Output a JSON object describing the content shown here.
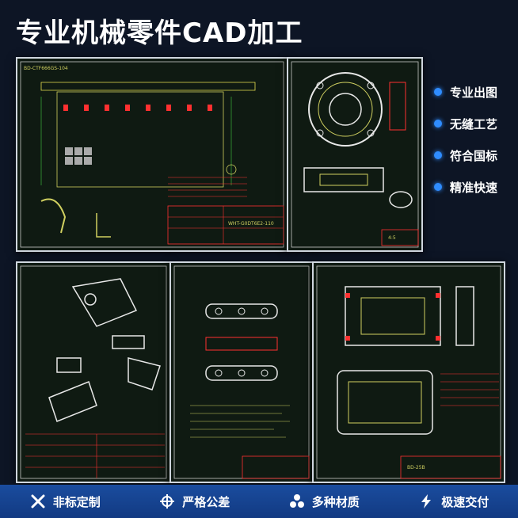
{
  "header": {
    "title": "专业机械零件CAD加工"
  },
  "features": [
    {
      "label": "专业出图"
    },
    {
      "label": "无缝工艺"
    },
    {
      "label": "符合国标"
    },
    {
      "label": "精准快速"
    }
  ],
  "bottom_bar": [
    {
      "label": "非标定制",
      "icon": "tools-icon"
    },
    {
      "label": "严格公差",
      "icon": "crosshair-icon"
    },
    {
      "label": "多种材质",
      "icon": "materials-icon"
    },
    {
      "label": "极速交付",
      "icon": "lightning-icon"
    }
  ],
  "drawings": {
    "d1": {
      "code": "BD-CTF666GS-104",
      "part_no": "WHT-G0DT6E2-110"
    },
    "d2": {
      "scale": "4:5"
    },
    "d4": {
      "code": "BD-25B"
    }
  },
  "colors": {
    "accent": "#2f8cff",
    "bar": "#1a4c9e",
    "line": "#d0d060"
  }
}
